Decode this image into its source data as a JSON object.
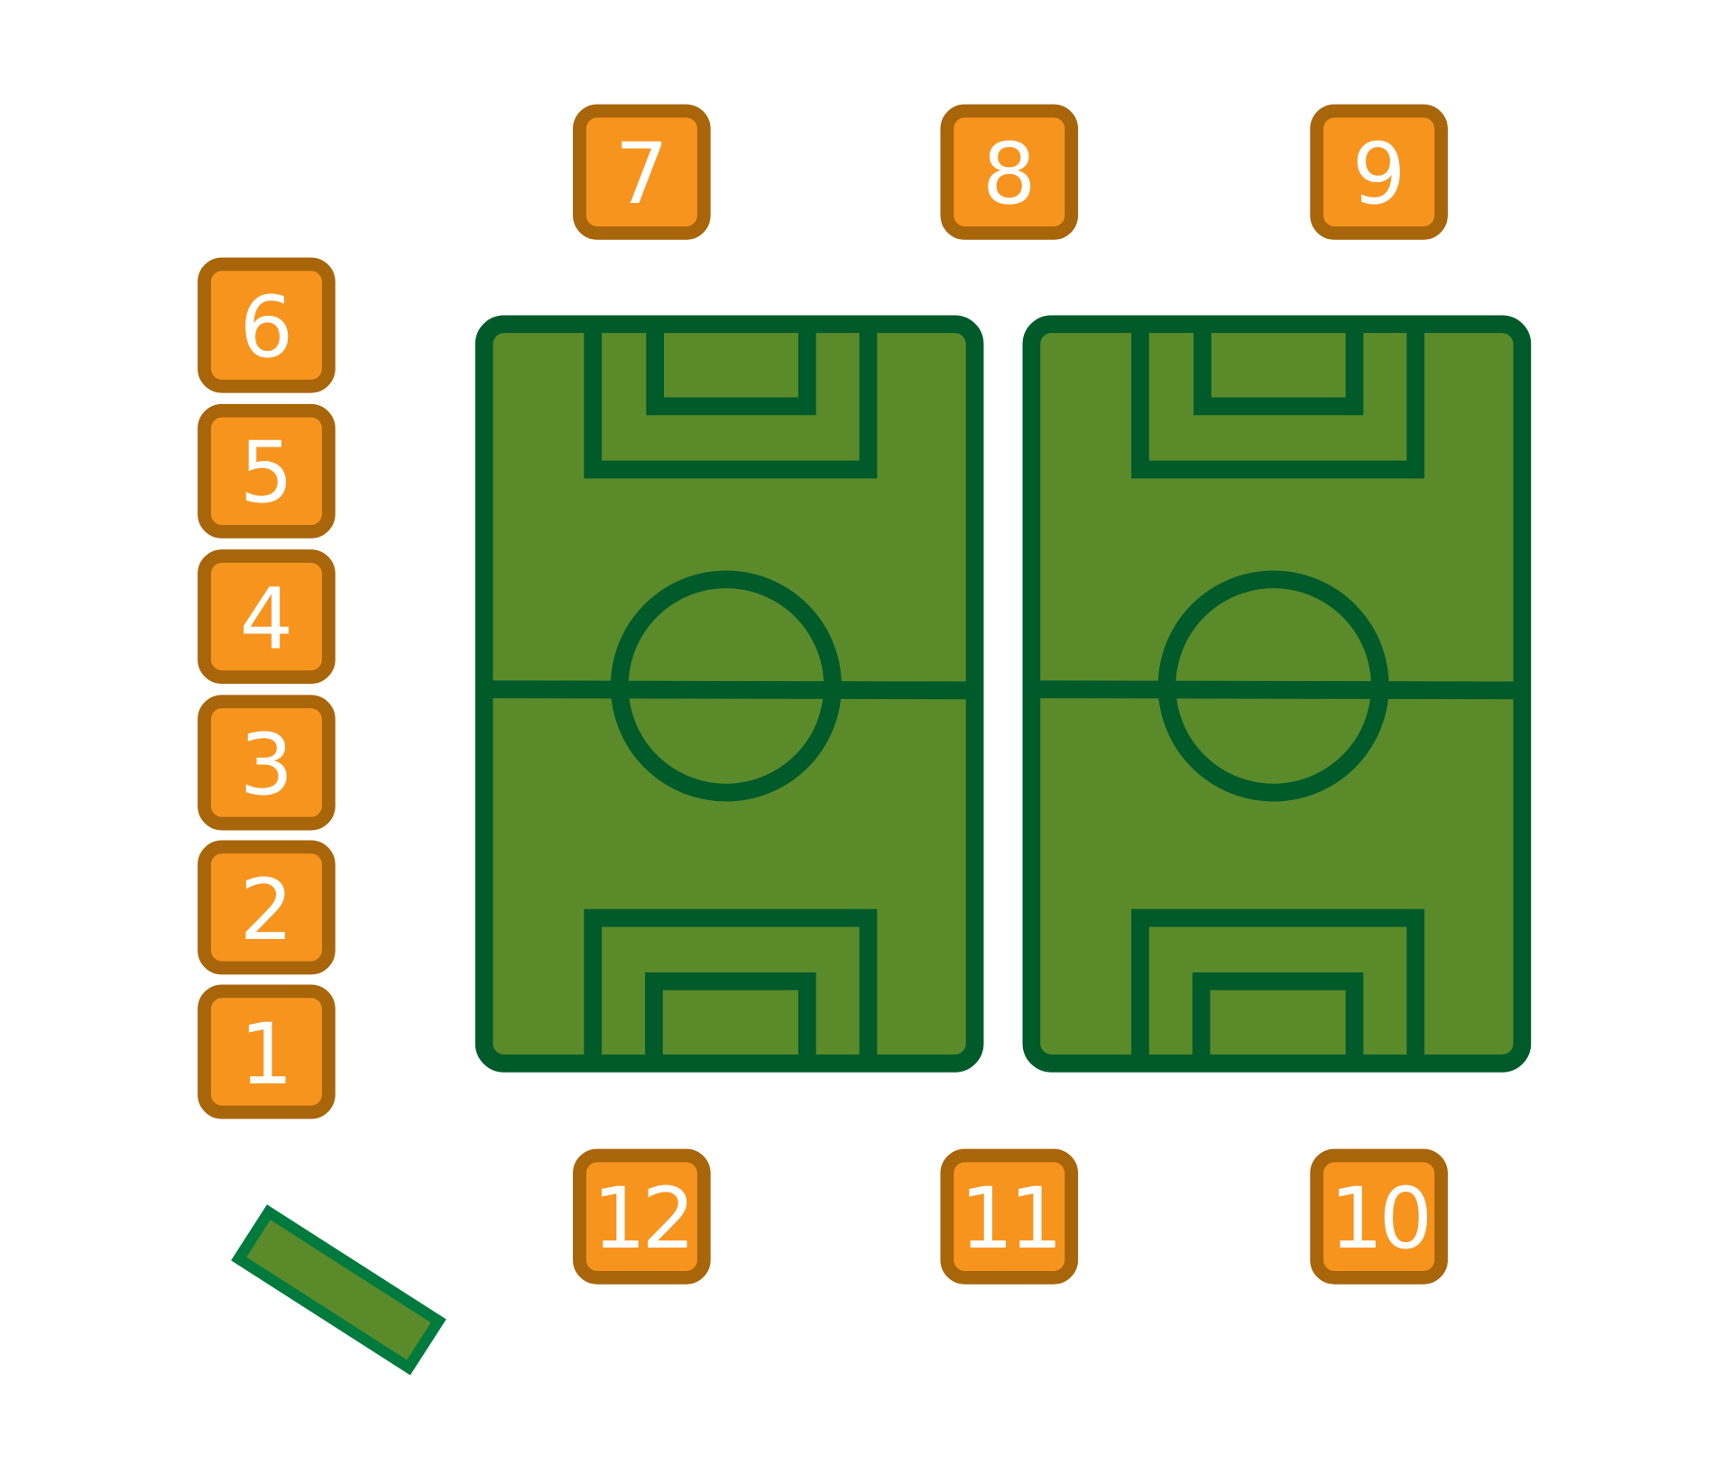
{
  "colors": {
    "tile_fill": "#F7941E",
    "tile_border": "#A8650A",
    "field_fill": "#5B8A2A",
    "field_lines": "#005A2A",
    "stick_border": "#007A3D"
  },
  "tiles": {
    "t1": "1",
    "t2": "2",
    "t3": "3",
    "t4": "4",
    "t5": "5",
    "t6": "6",
    "t7": "7",
    "t8": "8",
    "t9": "9",
    "t10": "10",
    "t11": "11",
    "t12": "12"
  },
  "fields": [
    {
      "name": "left-field"
    },
    {
      "name": "right-field"
    }
  ]
}
